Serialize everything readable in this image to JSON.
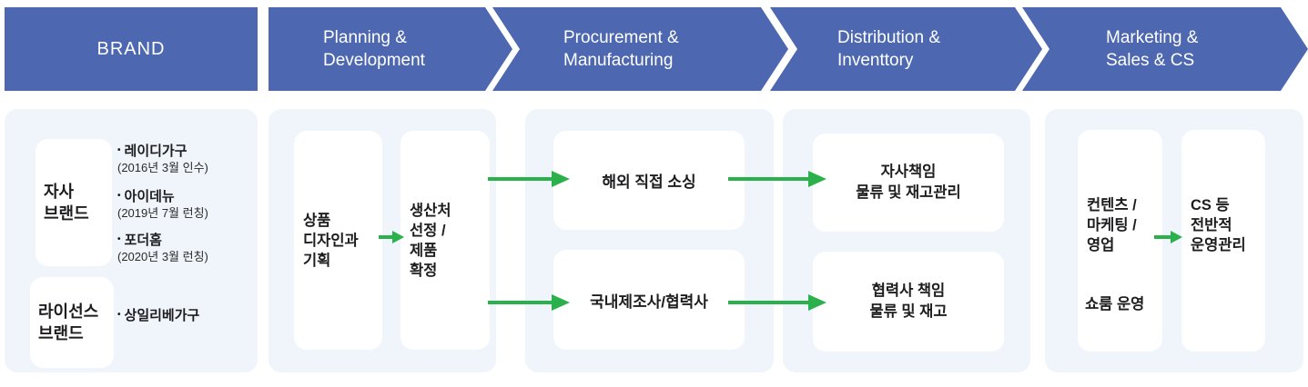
{
  "colors": {
    "header_blue": "#4d68b0",
    "header_text": "#ffffff",
    "panel_bg": "#eff5fb",
    "box_bg": "#ffffff",
    "arrow_green": "#2bb14c",
    "text_dark": "#1d1d1f",
    "note_text": "#2b2b2b"
  },
  "header": {
    "brand_label": "BRAND",
    "stages": [
      {
        "label": "Planning &\nDevelopment"
      },
      {
        "label": "Procurement &\nManufacturing"
      },
      {
        "label": "Distribution &\nInventtory"
      },
      {
        "label": "Marketing &\nSales & CS"
      }
    ]
  },
  "brand": {
    "own": {
      "title": "자사\n브랜드",
      "items": [
        {
          "bullet": "•",
          "name": "레이디가구",
          "note": "(2016년 3월 인수)"
        },
        {
          "bullet": "•",
          "name": "아이데뉴",
          "note": "(2019년 7월 런칭)"
        },
        {
          "bullet": "•",
          "name": "포더홈",
          "note": "(2020년 3월 런칭)"
        }
      ]
    },
    "license": {
      "title": "라이선스\n브랜드",
      "items": [
        {
          "bullet": "•",
          "name": "상일리베가구"
        }
      ]
    }
  },
  "planning": {
    "design_box": "상품\n디자인과\n기획",
    "production_box": "생산처\n선정 /\n제품\n확정"
  },
  "procurement": {
    "overseas_box": "해외 직접 소싱",
    "domestic_box": "국내제조사/협력사"
  },
  "distribution": {
    "own_box": "자사책임\n물류 및 재고관리",
    "partner_box": "협력사 책임\n물류 및 재고"
  },
  "marketing": {
    "contents_box": "컨텐츠 /\n마케팅 /\n영업",
    "showroom": "쇼룸 운영",
    "cs_box": "CS 등\n전반적\n운영관리"
  }
}
